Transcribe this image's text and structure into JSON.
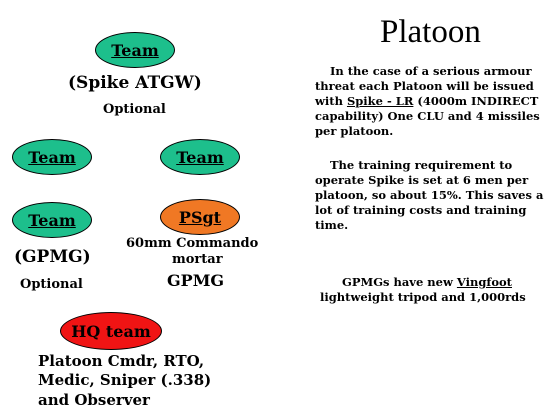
{
  "title": "Platoon",
  "nodes": {
    "team_spike": "Team",
    "spike_desc": "(Spike ATGW)",
    "spike_optional": "Optional",
    "team_left": "Team",
    "team_right": "Team",
    "team_gpmg": "Team",
    "gpmg_desc": "(GPMG)",
    "gpmg_optional": "Optional",
    "psgt": "PSgt",
    "psgt_desc_1": "60mm Commando",
    "psgt_desc_2": "mortar",
    "psgt_gpmg": "GPMG",
    "hq": "HQ team",
    "hq_desc_1": "Platoon Cmdr, RTO,",
    "hq_desc_2": "Medic, Sniper (.338)",
    "hq_desc_3": "and Observer"
  },
  "text": {
    "p1_a": "In the case of a serious armour threat each Platoon will be issued with ",
    "p1_link": "Spike - LR",
    "p1_b": " (4000m INDIRECT capability) One CLU and 4 missiles per platoon.",
    "p2": "The training requirement to operate Spike is set at 6 men per platoon, so about 15%. This saves a lot of training costs and training time.",
    "p3_a": "GPMGs have new ",
    "p3_link": "Vingfoot",
    "p3_b": " lightweight tripod and 1,000rds"
  },
  "colors": {
    "team": "#1dbf8c",
    "psgt": "#f07824",
    "hq": "#f01414"
  }
}
